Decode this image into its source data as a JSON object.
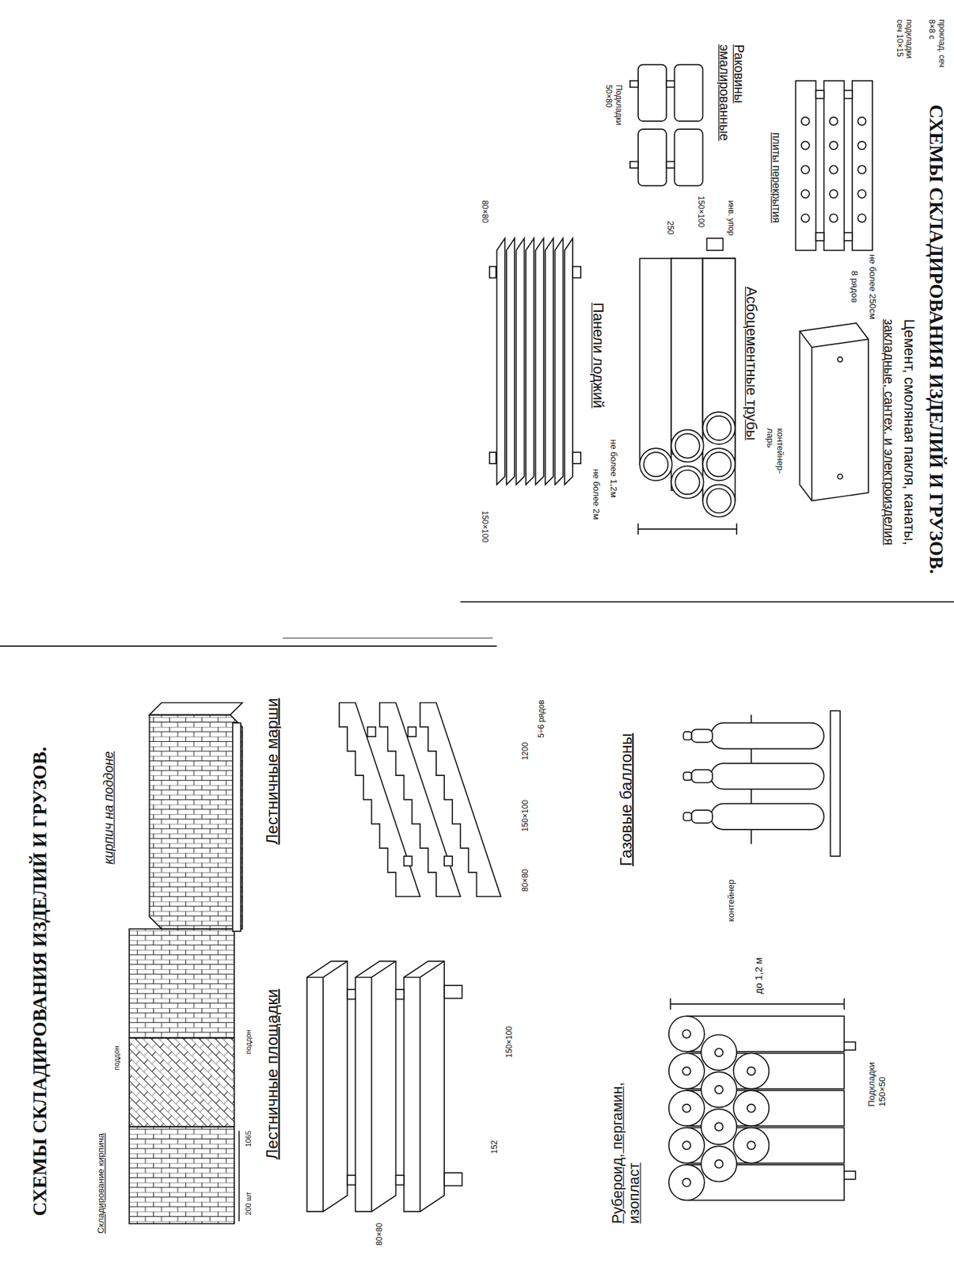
{
  "diagram": {
    "title": "СХЕМЫ СКЛАДИРОВАНИЯ ИЗДЕЛИЙ И ГРУЗОВ.",
    "labels": [
      "Складирование кирпича",
      "кирпич на поддоне",
      "поддон",
      "поддон",
      "200 шт",
      "1065",
      "Лестничные площадки",
      "Лестничные марши",
      "80×80",
      "152",
      "150×100",
      "80×80",
      "150×100",
      "1200",
      "5÷6 рядов",
      "Рубероид, пергамин, изопласт",
      "до 1,2 м",
      "Подкладки 150×50",
      "Газовые баллоны",
      "контейнер",
      "СХЕМЫ СКЛАДИРОВАНИЯ ИЗДЕЛИЙ И ГРУЗОВ.",
      "Цемент, смоляная пакля, канаты,",
      "закладные, сантех. и электроизделия",
      "контейнер-ларь",
      "не более 250см",
      "8 рядов",
      "проклад. сеч 8×8 с",
      "подкладки сеч 10×15",
      "плиты перекрытия",
      "Асбоцементные трубы",
      "инв. упор",
      "150×100",
      "250",
      "не более 1,2м",
      "Раковины эмалированные",
      "Подкладки 50×80",
      "Панели лоджий",
      "не более 2м",
      "80×80",
      "150×100"
    ]
  }
}
